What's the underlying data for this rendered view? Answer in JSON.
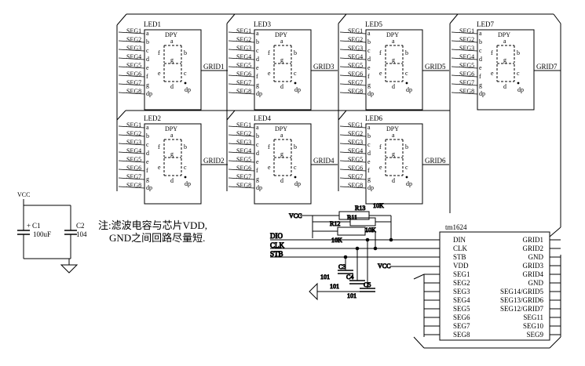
{
  "led_label": "DPY",
  "seg_pins": [
    "SEG1",
    "SEG2",
    "SEG3",
    "SEG4",
    "SEG5",
    "SEG6",
    "SEG7",
    "SEG8"
  ],
  "seg_letters": [
    "a",
    "b",
    "c",
    "d",
    "e",
    "f",
    "g",
    "dp"
  ],
  "digit_letters": {
    "a": "a",
    "b": "b",
    "c": "c",
    "d": "d",
    "e": "e",
    "f": "f",
    "g": "g",
    "dp": "dp"
  },
  "leds": [
    {
      "name": "LED1",
      "grid": "GRID1"
    },
    {
      "name": "LED2",
      "grid": "GRID2"
    },
    {
      "name": "LED3",
      "grid": "GRID3"
    },
    {
      "name": "LED4",
      "grid": "GRID4"
    },
    {
      "name": "LED5",
      "grid": "GRID5"
    },
    {
      "name": "LED6",
      "grid": "GRID6"
    },
    {
      "name": "LED7",
      "grid": "GRID7"
    }
  ],
  "power": {
    "vcc": "VCC"
  },
  "capacitors": {
    "c1": {
      "name": "C1",
      "value": "100uF",
      "polarity": "+"
    },
    "c2": {
      "name": "C2",
      "value": "104"
    },
    "c3": {
      "name": "C3",
      "value": "101"
    },
    "c4": {
      "name": "C4",
      "value": "101"
    },
    "c5": {
      "name": "C5",
      "value": "101"
    }
  },
  "resistors": {
    "r13": {
      "name": "R13",
      "value": "10K"
    },
    "r11": {
      "name": "R11",
      "value": "10K"
    },
    "r12": {
      "name": "R12",
      "value": "10K"
    }
  },
  "note": {
    "line1": "注:滤波电容与芯片VDD,",
    "line2": "GND之间回路尽量短."
  },
  "signals": [
    "DIO",
    "CLK",
    "STB"
  ],
  "chip": {
    "name": "tm1624",
    "left_pins": [
      "DIN",
      "CLK",
      "STB",
      "VDD",
      "SEG1",
      "SEG2",
      "SEG3",
      "SEG4",
      "SEG5",
      "SEG6",
      "SEG7",
      "SEG8"
    ],
    "right_pins": [
      "GRID1",
      "GRID2",
      "GND",
      "GRID3",
      "GRID4",
      "GND",
      "SEG14/GRID5",
      "SEG13/GRID6",
      "SEG12/GRID7",
      "SEG11",
      "SEG10",
      "SEG9"
    ]
  }
}
